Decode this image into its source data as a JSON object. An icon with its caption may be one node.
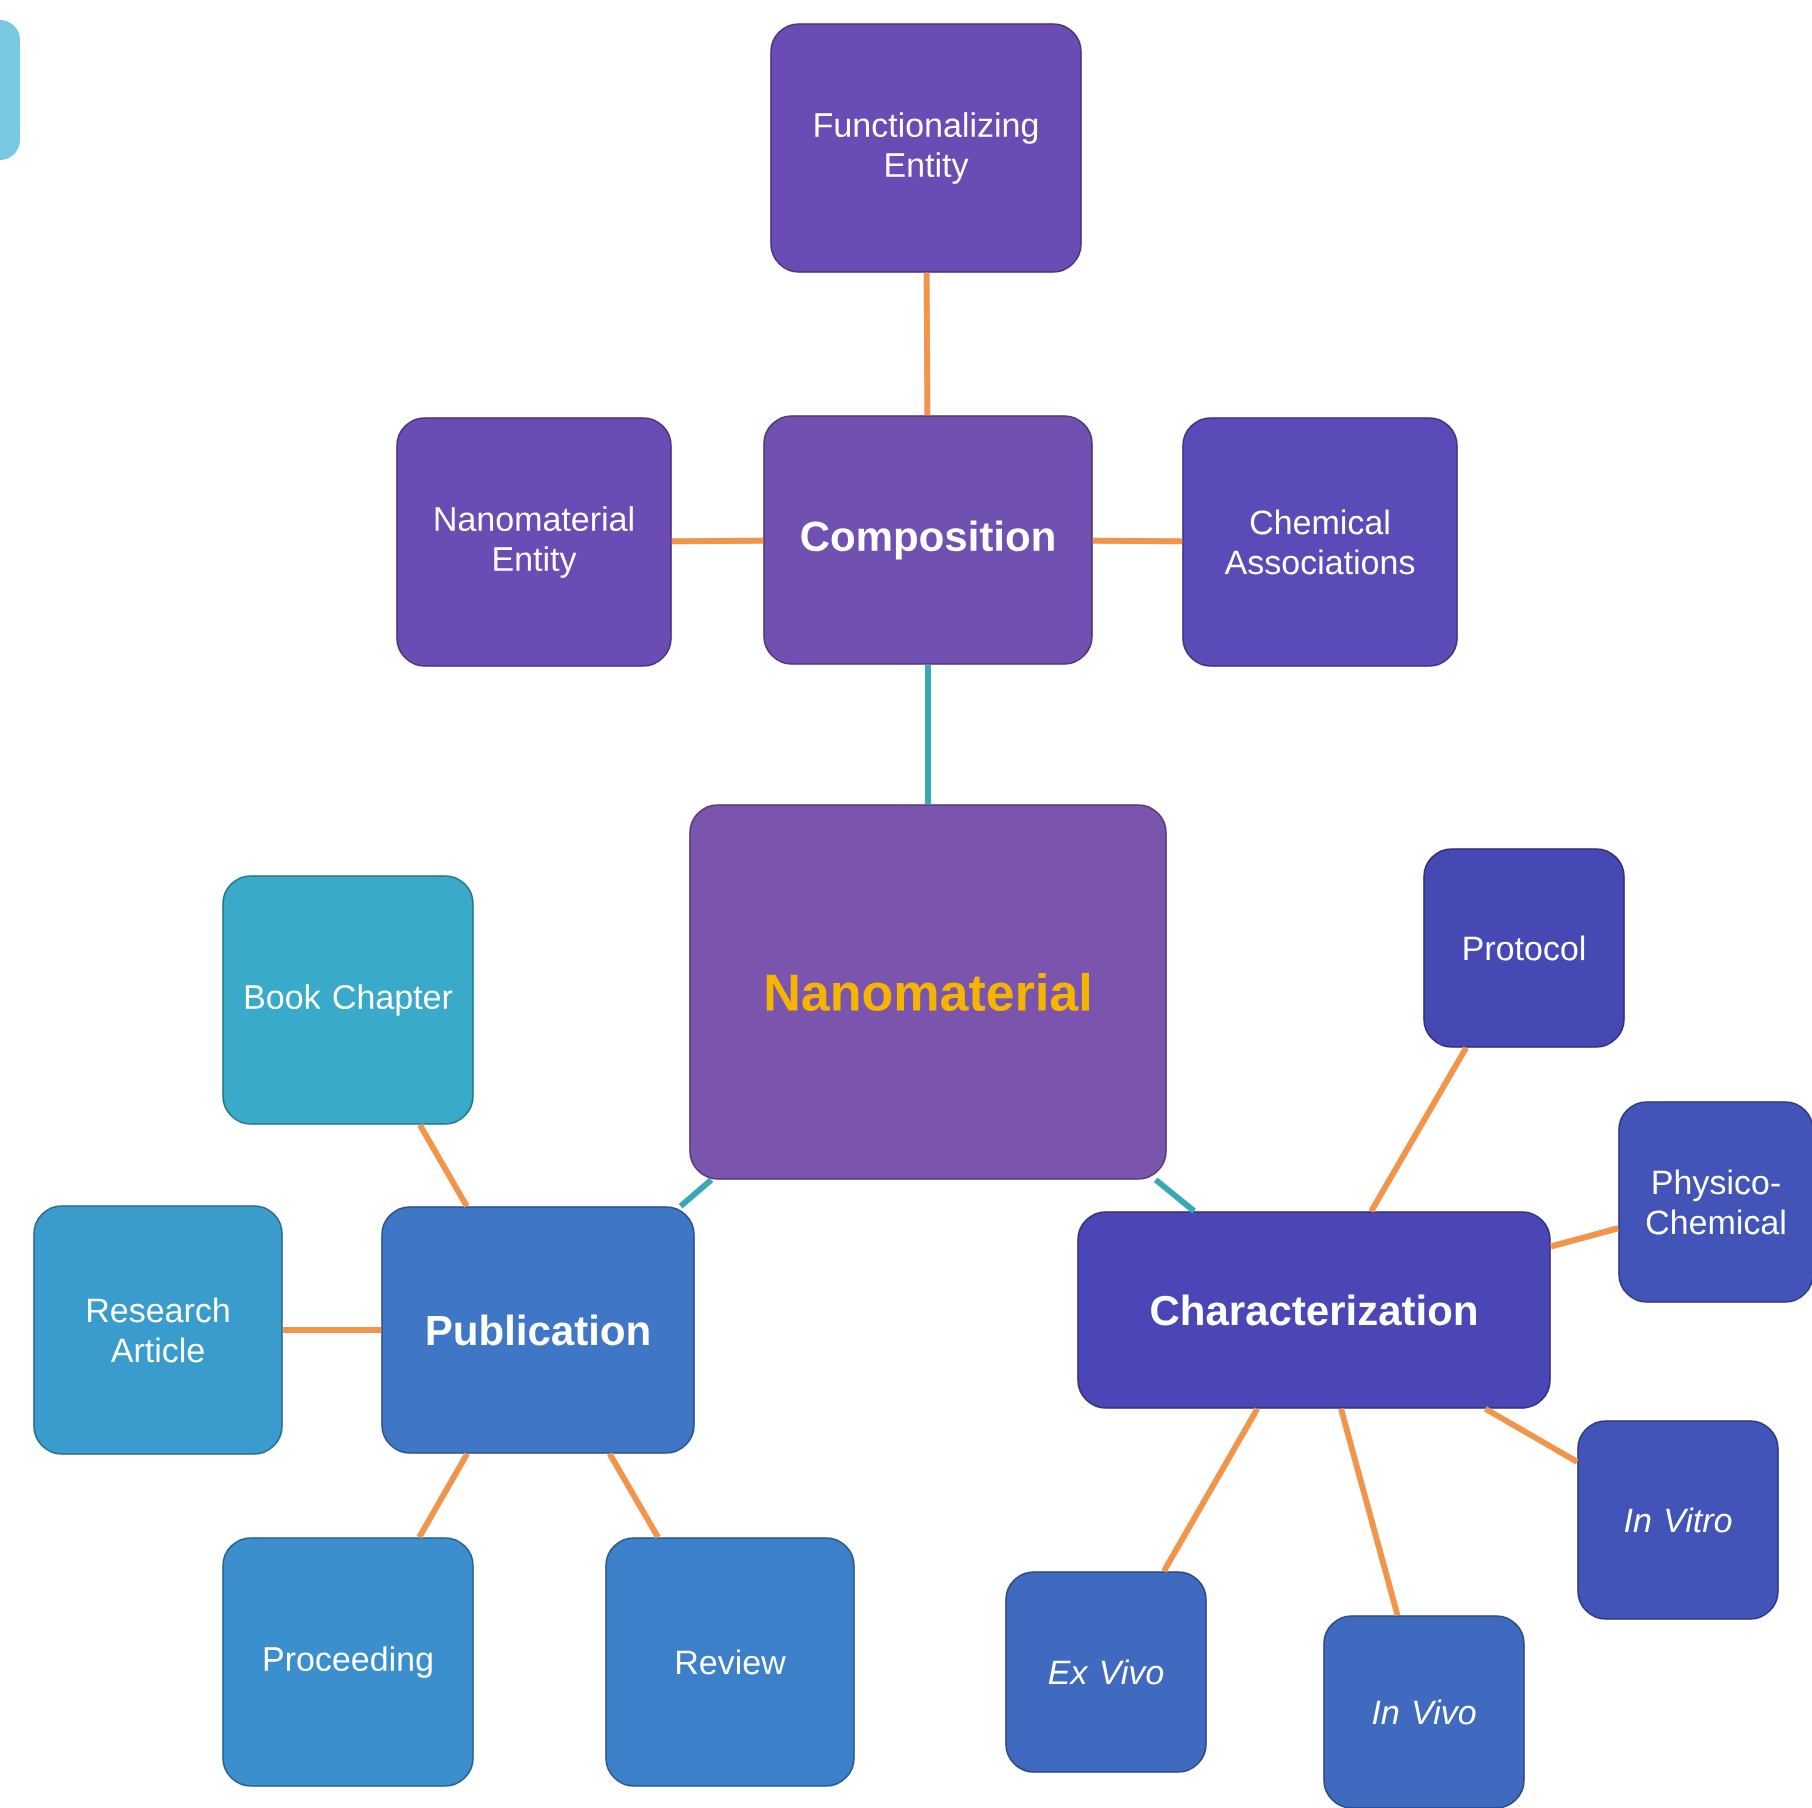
{
  "diagram": {
    "nodes": [
      {
        "text": [
          "Nanomaterial"
        ]
      },
      {
        "text": [
          "Composition"
        ]
      },
      {
        "text": [
          "Functionalizing Entity"
        ]
      },
      {
        "text": [
          "Nanomaterial Entity"
        ]
      },
      {
        "text": [
          "Chemical Associations"
        ]
      },
      {
        "text": [
          "Publication"
        ]
      },
      {
        "text": [
          "Book Chapter"
        ]
      },
      {
        "text": [
          "Research Article"
        ]
      },
      {
        "text": [
          "Proceeding"
        ]
      },
      {
        "text": [
          "Review"
        ]
      },
      {
        "text": [
          "Characterization"
        ]
      },
      {
        "text": [
          "Protocol"
        ]
      },
      {
        "text": [
          "Physico-Chemical"
        ]
      },
      {
        "text": [
          "In Vitro"
        ]
      },
      {
        "text": [
          "Ex Vivo"
        ]
      },
      {
        "text": [
          "In Vivo"
        ]
      }
    ],
    "edges": [
      {
        "from": 0,
        "to": 1,
        "arrow": "none",
        "color": "#3aa6b9"
      },
      {
        "from": 1,
        "to": 2,
        "arrow": "none"
      },
      {
        "from": 1,
        "to": 3,
        "arrow": "none"
      },
      {
        "from": 1,
        "to": 4,
        "arrow": "none"
      },
      {
        "from": 0,
        "to": 5,
        "arrow": "none",
        "color": "#3aa6b9"
      },
      {
        "from": 0,
        "to": 10,
        "arrow": "none",
        "color": "#3aa6b9"
      },
      {
        "from": 5,
        "to": 6,
        "arrow": "none"
      },
      {
        "from": 5,
        "to": 7,
        "arrow": "none"
      },
      {
        "from": 5,
        "to": 8,
        "arrow": "none"
      },
      {
        "from": 5,
        "to": 9,
        "arrow": "none"
      },
      {
        "from": 10,
        "to": 11,
        "arrow": "none"
      },
      {
        "from": 10,
        "to": 12,
        "arrow": "none"
      },
      {
        "from": 10,
        "to": 13,
        "arrow": "none"
      },
      {
        "from": 10,
        "to": 14,
        "arrow": "none"
      },
      {
        "from": 10,
        "to": 15,
        "arrow": "none"
      }
    ]
  }
}
